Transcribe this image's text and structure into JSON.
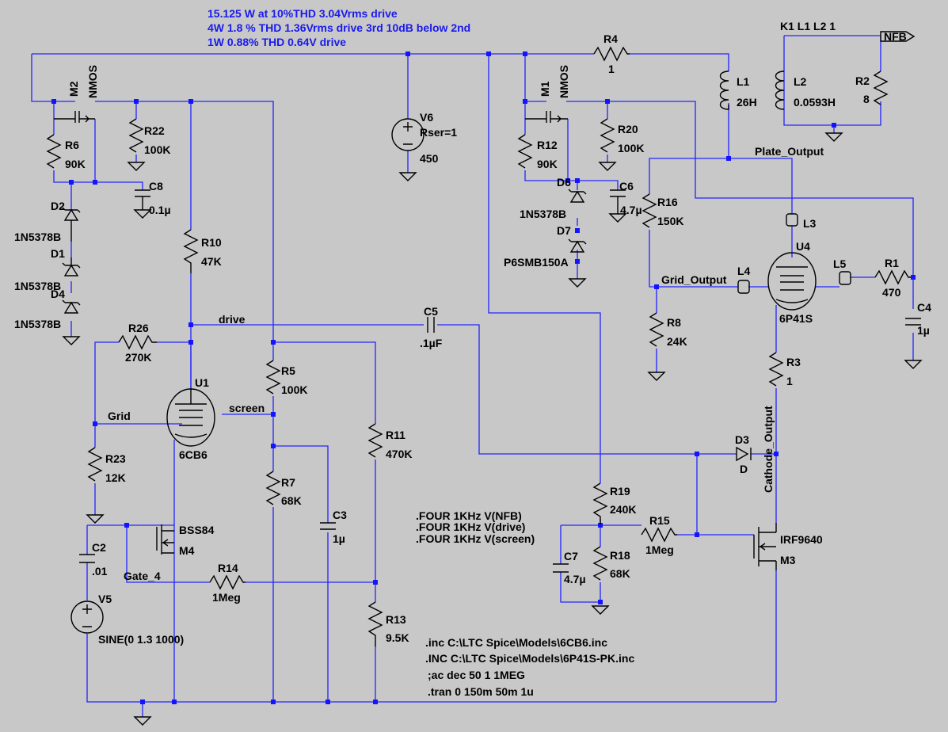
{
  "notes": {
    "line1": "15.125 W at 10%THD 3.04Vrms drive",
    "line2": "4W 1.8 % THD 1.36Vrms drive 3rd 10dB below 2nd",
    "line3": "1W 0.88% THD 0.64V drive"
  },
  "coupling": "K1 L1 L2 1",
  "nfb_port": "NFB",
  "nets": {
    "drive": "drive",
    "grid": "Grid",
    "screen": "screen",
    "gate4": "Gate_4",
    "plate_output": "Plate_Output",
    "grid_output": "Grid_Output",
    "cathode_output": "Cathode_Output"
  },
  "parts": {
    "R4": {
      "name": "R4",
      "value": "1"
    },
    "L1": {
      "name": "L1",
      "value": "26H"
    },
    "L2": {
      "name": "L2",
      "value": "0.0593H"
    },
    "R2": {
      "name": "R2",
      "value": "8"
    },
    "M2": {
      "name": "M2",
      "model": "NMOS"
    },
    "M1": {
      "name": "M1",
      "model": "NMOS"
    },
    "R22": {
      "name": "R22",
      "value": "100K"
    },
    "R20": {
      "name": "R20",
      "value": "100K"
    },
    "R6": {
      "name": "R6",
      "value": "90K"
    },
    "R12": {
      "name": "R12",
      "value": "90K"
    },
    "C8": {
      "name": "C8",
      "value": "0.1µ"
    },
    "C6": {
      "name": "C6",
      "value": "4.7µ"
    },
    "D2": {
      "name": "D2",
      "value": "1N5378B"
    },
    "D1": {
      "name": "D1",
      "value": "1N5378B"
    },
    "D4": {
      "name": "D4",
      "value": "1N5378B"
    },
    "D6": {
      "name": "D6",
      "value": "1N5378B"
    },
    "D7": {
      "name": "D7",
      "value": "P6SMB150A"
    },
    "V6": {
      "name": "V6",
      "param": "Rser=1",
      "value": "450"
    },
    "R16": {
      "name": "R16",
      "value": "150K"
    },
    "L3": {
      "name": "L3"
    },
    "U4": {
      "name": "U4",
      "model": "6P41S"
    },
    "L4": {
      "name": "L4"
    },
    "L5": {
      "name": "L5"
    },
    "R1": {
      "name": "R1",
      "value": "470"
    },
    "C4": {
      "name": "C4",
      "value": "1µ"
    },
    "R8": {
      "name": "R8",
      "value": "24K"
    },
    "R3": {
      "name": "R3",
      "value": "1"
    },
    "R10": {
      "name": "R10",
      "value": "47K"
    },
    "R26": {
      "name": "R26",
      "value": "270K"
    },
    "C5": {
      "name": "C5",
      "value": ".1µF"
    },
    "U1": {
      "name": "U1",
      "model": "6CB6"
    },
    "R5": {
      "name": "R5",
      "value": "100K"
    },
    "R23": {
      "name": "R23",
      "value": "12K"
    },
    "R11": {
      "name": "R11",
      "value": "470K"
    },
    "R7": {
      "name": "R7",
      "value": "68K"
    },
    "C3": {
      "name": "C3",
      "value": "1µ"
    },
    "M4": {
      "name": "M4",
      "model": "BSS84"
    },
    "C2": {
      "name": "C2",
      "value": ".01"
    },
    "R14": {
      "name": "R14",
      "value": "1Meg"
    },
    "V5": {
      "name": "V5",
      "value": "SINE(0 1.3 1000)"
    },
    "R13": {
      "name": "R13",
      "value": "9.5K"
    },
    "D3": {
      "name": "D3",
      "value": "D"
    },
    "R19": {
      "name": "R19",
      "value": "240K"
    },
    "R15": {
      "name": "R15",
      "value": "1Meg"
    },
    "M3": {
      "name": "M3",
      "model": "IRF9640"
    },
    "C7": {
      "name": "C7",
      "value": "4.7µ"
    },
    "R18": {
      "name": "R18",
      "value": "68K"
    }
  },
  "directives": {
    "four1": ".FOUR 1KHz V(NFB)",
    "four2": ".FOUR 1KHz V(drive)",
    "four3": ".FOUR 1KHz V(screen)",
    "inc1": ".inc C:\\LTC Spice\\Models\\6CB6.inc",
    "inc2": ".INC C:\\LTC Spice\\Models\\6P41S-PK.inc",
    "ac": ";ac dec 50 1 1MEG",
    "tran": ".tran 0 150m 50m 1u"
  },
  "colors": {
    "background": "#c8c8c8",
    "wire": "#2424ff",
    "component": "#000000",
    "junction": "#1414ff",
    "comment": "#1a1aee"
  }
}
